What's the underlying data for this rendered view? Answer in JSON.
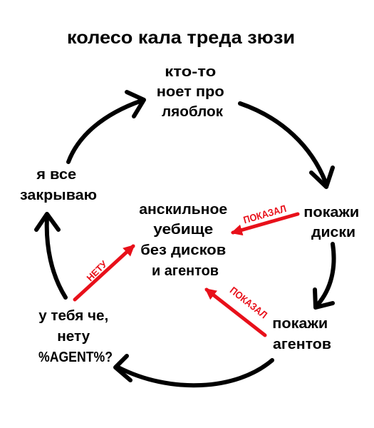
{
  "title": "колесо кала треда зюзи",
  "nodes": {
    "top": [
      "кто-то",
      "ноет про",
      "ляоблок"
    ],
    "right": [
      "покажи",
      "диски"
    ],
    "bottom_right": [
      "покажи",
      "агентов"
    ],
    "bottom_left": [
      "у тебя че,",
      "нету",
      "%AGENT%?"
    ],
    "left": [
      "я все",
      "закрываю"
    ],
    "center": [
      "анскильное",
      "уебище",
      "без дисков",
      "и агентов"
    ]
  },
  "red_labels": {
    "showed_disks": "ПОКАЗАЛ",
    "showed_agents": "ПОКАЗАЛ",
    "none": "НЕТУ"
  },
  "colors": {
    "text": "#000000",
    "cycle_arrow": "#000000",
    "red_arrow": "#e8101a",
    "background": "#ffffff"
  }
}
